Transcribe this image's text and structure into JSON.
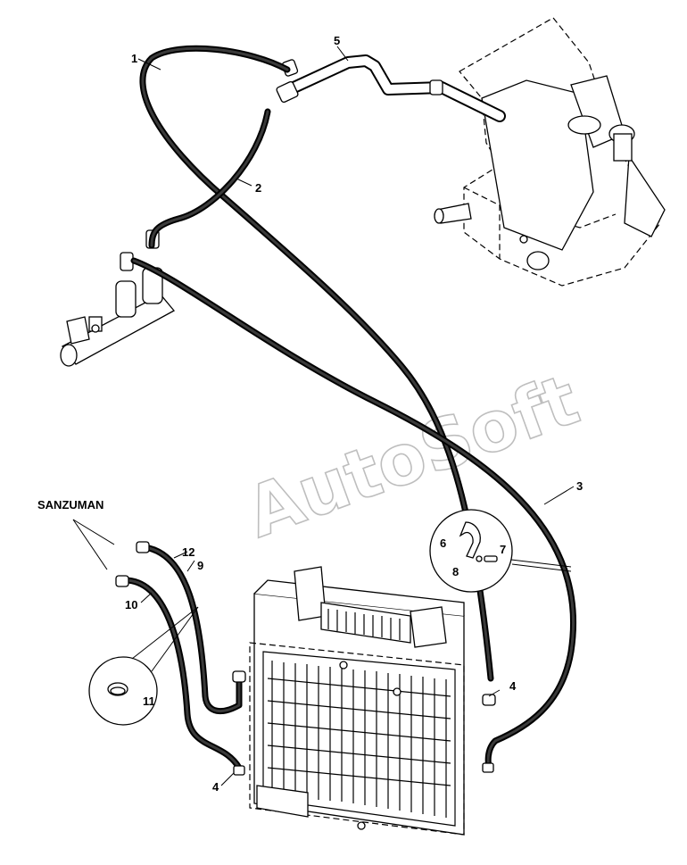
{
  "watermark": "AutoSoft",
  "callouts": {
    "c1": "1",
    "c2": "2",
    "c3": "3",
    "c4a": "4",
    "c4b": "4",
    "c5": "5",
    "c6": "6",
    "c7": "7",
    "c8": "8",
    "c9": "9",
    "c10": "10",
    "c11": "11",
    "c12": "12"
  },
  "note": "SANZUMAN"
}
